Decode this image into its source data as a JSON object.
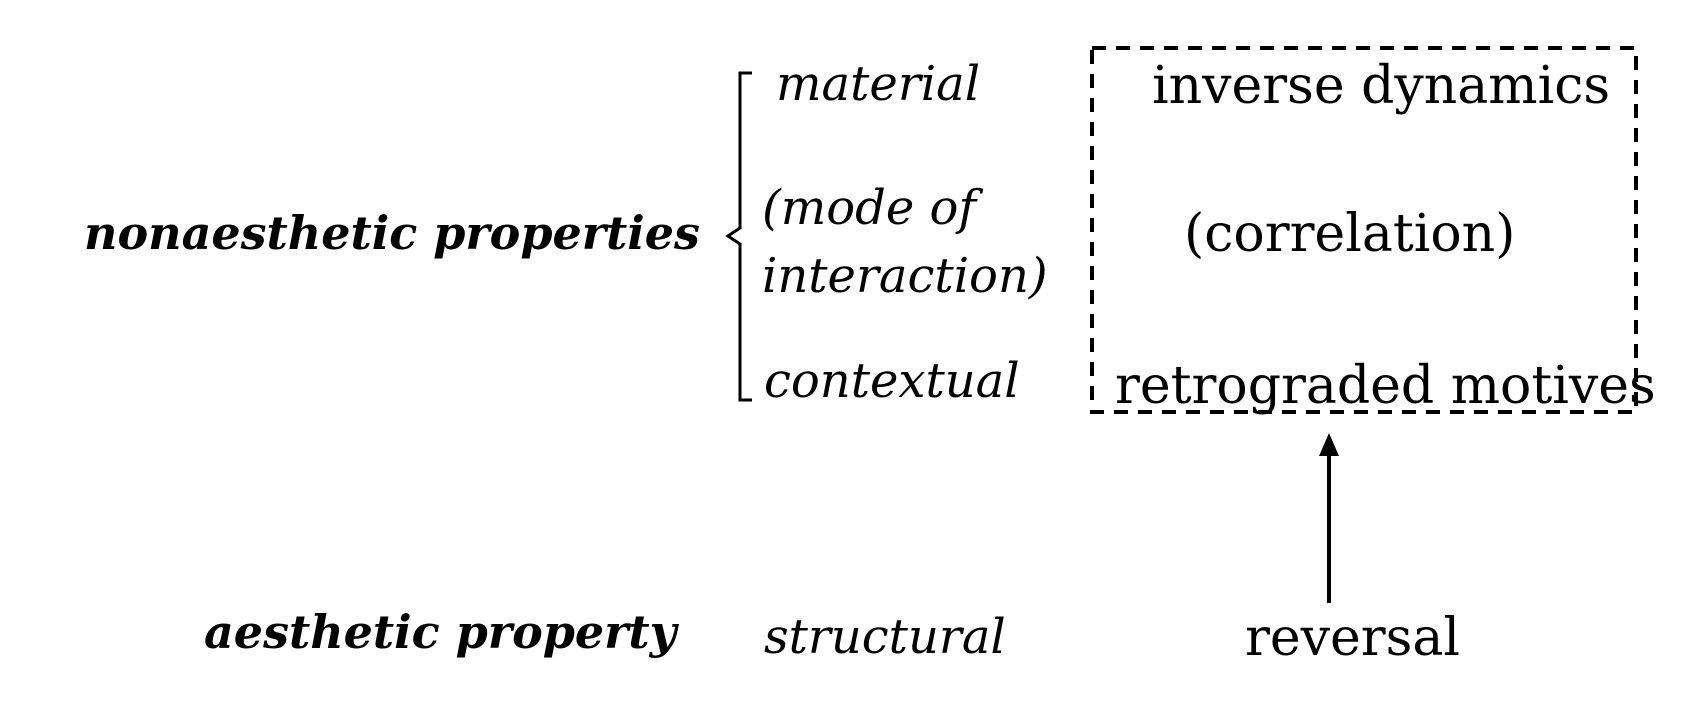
{
  "labels": {
    "nonaesthetic": "nonaesthetic  properties",
    "aesthetic": "aesthetic property"
  },
  "categories": {
    "material": "material",
    "mode_line1": "(mode of",
    "mode_line2": "interaction)",
    "contextual": "contextual",
    "structural": "structural"
  },
  "box": {
    "inverse": "inverse dynamics",
    "correlation": "(correlation)",
    "retrograded": "retrograded motives"
  },
  "reversal": "reversal"
}
